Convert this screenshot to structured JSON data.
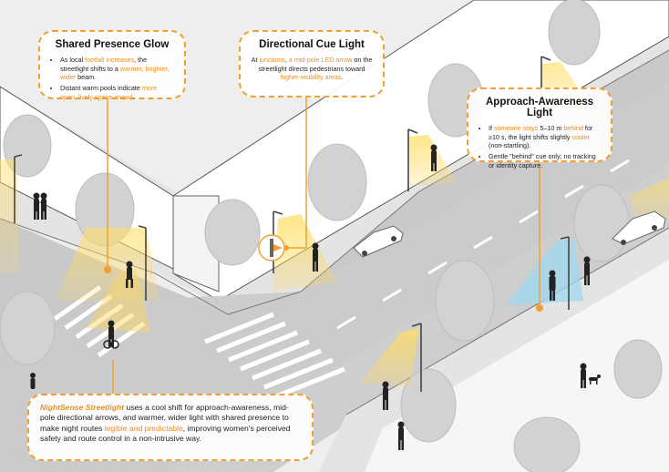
{
  "cards": {
    "shared_presence": {
      "title": "Shared Presence Glow",
      "bullet1": {
        "p1": "As local ",
        "h1": "footfall increases",
        "p2": ", the streetlight shifts to a ",
        "h2": "warmer, brighter, wider",
        "p3": " beam."
      },
      "bullet2": {
        "p1": "Distant warm pools indicate ",
        "h1": "more open, lively space ahead",
        "p2": "."
      }
    },
    "directional": {
      "title": "Directional Cue Light",
      "p1": "At ",
      "h1": "junctions",
      "p2": ", ",
      "h2": "a mid-pole LED arrow",
      "p3": " on the streetlight directs pedestrians toward ",
      "h3": "higher-visibility areas",
      "p4": "."
    },
    "approach": {
      "title": "Approach-Awareness Light",
      "bullet1": {
        "p1": "If ",
        "h1": "someone stays",
        "p2": " 5–10 m ",
        "h2": "behind",
        "p3": " for ≥10 s, the light shifts slightly ",
        "h3": "cooler",
        "p4": " (non-startling)."
      },
      "bullet2": "Gentle \"behind\" cue only; no tracking or identity capture."
    },
    "nightsense": {
      "brand": "NightSense Streetlight",
      "p1": " uses a cool shift for approach-awareness, mid-pole directional arrows, and warmer, wider light with shared presence to make night routes ",
      "h1": "legible and predictable",
      "p2": ", improving women's perceived safety and route control in a non-intrusive way."
    }
  },
  "colors": {
    "accent": "#f0a030",
    "highlight_text": "#e8901f",
    "warm_light": "#ffd75a",
    "cool_light": "#9fd8f0",
    "road": "#c6c6c6",
    "sidewalk": "#e6e6e6",
    "building": "#ffffff"
  }
}
